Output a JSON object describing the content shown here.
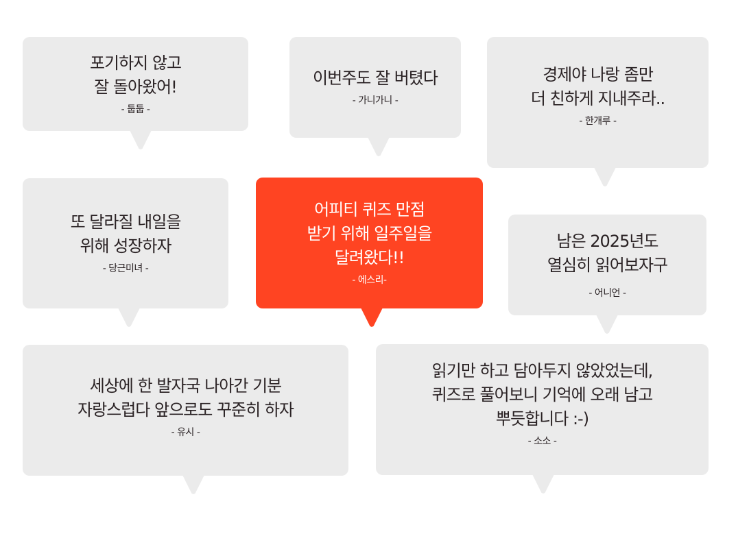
{
  "colors": {
    "bubble": "#ebebeb",
    "highlight": "#ff4422",
    "text": "#2a2224"
  },
  "bubbles": [
    {
      "message": "포기하지 않고\n잘 돌아왔어!",
      "author": "-  둡둡 -"
    },
    {
      "message": "이번주도 잘 버텼다",
      "author": "-   가니가니 -"
    },
    {
      "message": "경제야 나랑 좀만\n더 친하게 지내주라..",
      "author": "- 한개루 -"
    },
    {
      "message": "또 달라질 내일을\n위해 성장하자",
      "author": "- 당근미녀 -"
    },
    {
      "message": "어피티 퀴즈 만점\n받기 위해 일주일을\n달려왔다!!",
      "author": "- 에스리-"
    },
    {
      "message": "남은 2025년도\n열심히 읽어보자구",
      "author": "- 어니언 -"
    },
    {
      "message": "세상에 한 발자국 나아간 기분\n자랑스럽다 앞으로도 꾸준히 하자",
      "author": "- 유시 -"
    },
    {
      "message": "읽기만 하고 담아두지 않았었는데,\n퀴즈로 풀어보니 기억에 오래 남고\n뿌듯합니다 :-)",
      "author": "- 소소 -"
    }
  ]
}
